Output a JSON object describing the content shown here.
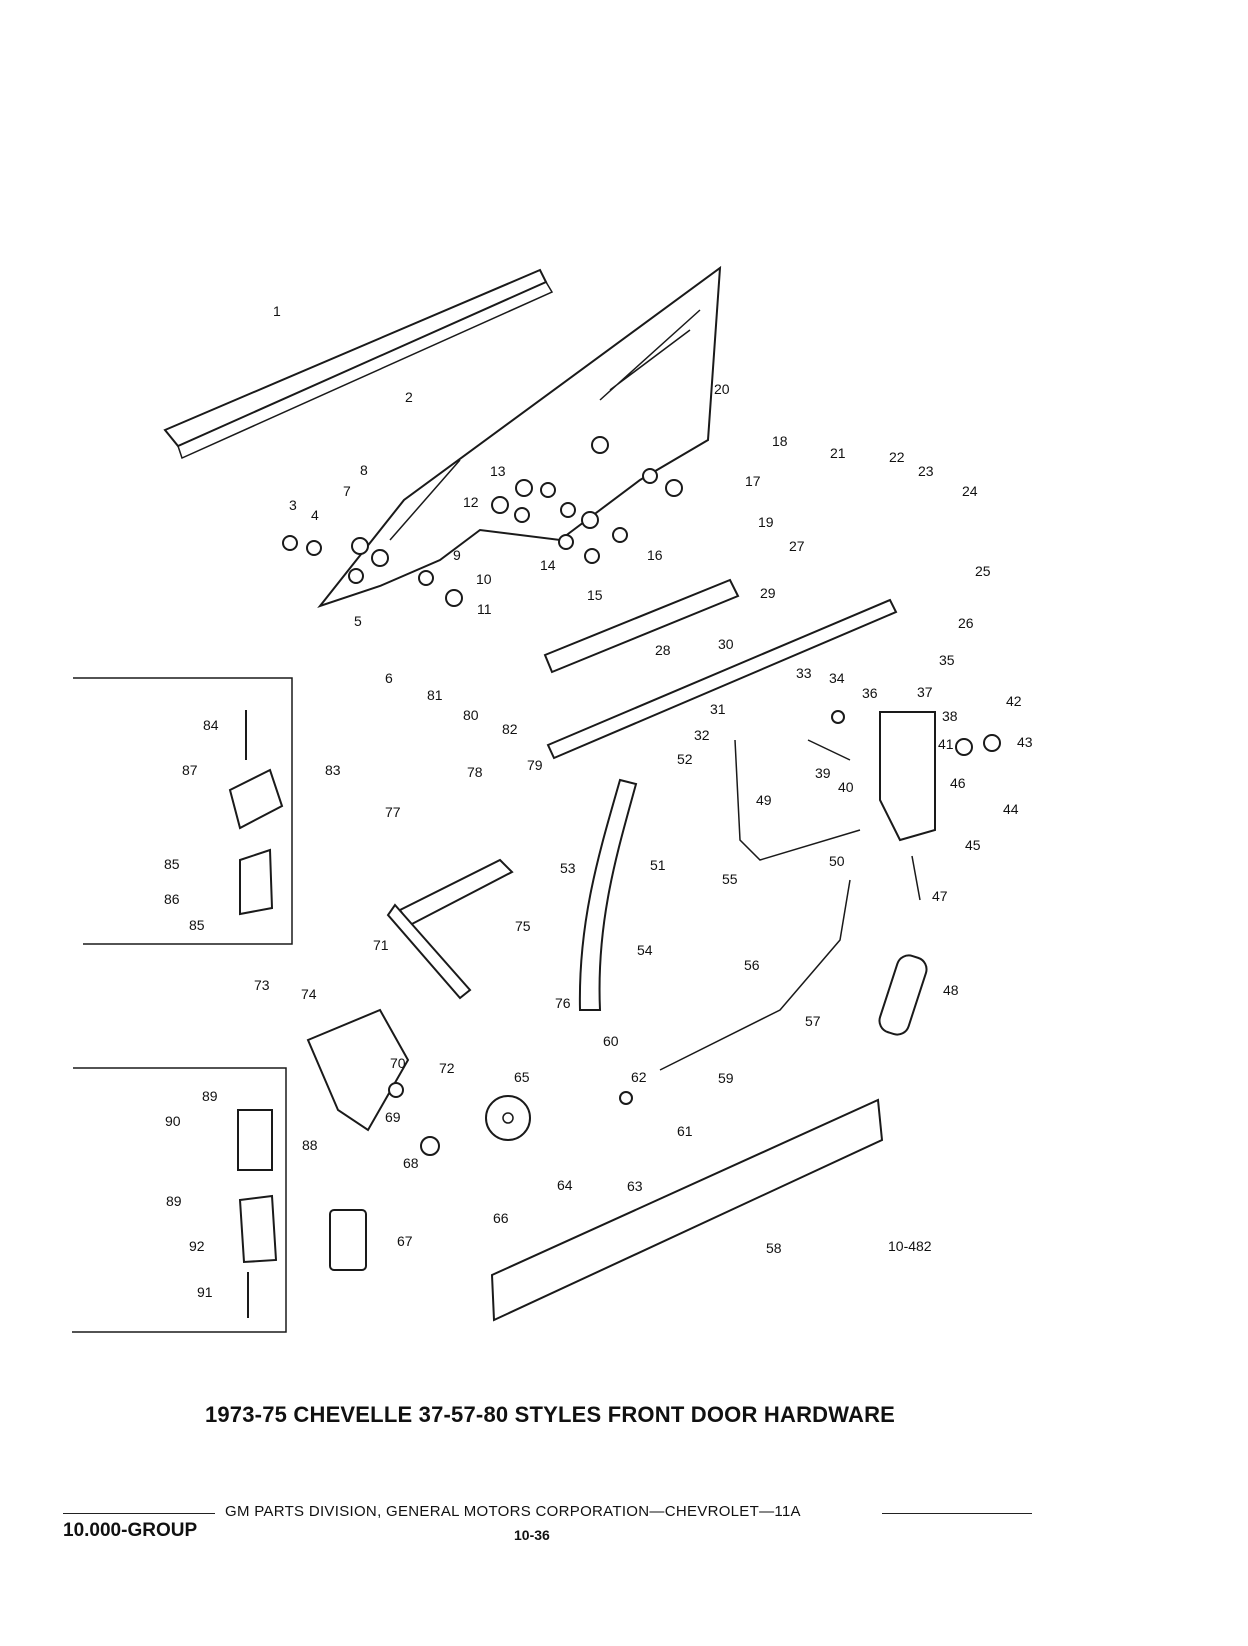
{
  "title": "1973-75 CHEVELLE 37-57-80 STYLES FRONT DOOR HARDWARE",
  "figure_number": "10-482",
  "footer": {
    "division": "GM PARTS DIVISION, GENERAL MOTORS CORPORATION—CHEVROLET—11A",
    "group": "10.000-GROUP",
    "page": "10-36"
  },
  "callouts": [
    "1",
    "2",
    "3",
    "4",
    "5",
    "6",
    "7",
    "8",
    "9",
    "10",
    "11",
    "12",
    "13",
    "14",
    "15",
    "16",
    "17",
    "18",
    "19",
    "20",
    "21",
    "22",
    "23",
    "24",
    "25",
    "26",
    "27",
    "28",
    "29",
    "30",
    "31",
    "32",
    "33",
    "34",
    "35",
    "36",
    "37",
    "38",
    "39",
    "40",
    "41",
    "42",
    "43",
    "44",
    "45",
    "46",
    "47",
    "48",
    "49",
    "50",
    "51",
    "52",
    "53",
    "54",
    "55",
    "56",
    "57",
    "58",
    "59",
    "60",
    "61",
    "62",
    "63",
    "64",
    "65",
    "66",
    "67",
    "68",
    "69",
    "70",
    "71",
    "72",
    "73",
    "74",
    "75",
    "76",
    "77",
    "78",
    "79",
    "80",
    "81",
    "82",
    "83",
    "84",
    "85",
    "86",
    "87",
    "88",
    "89",
    "90",
    "91",
    "92"
  ]
}
